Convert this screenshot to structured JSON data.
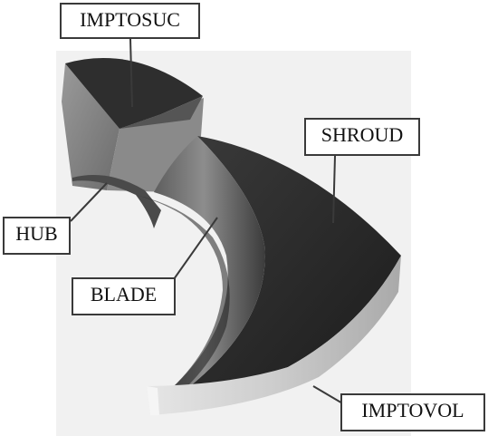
{
  "labels": {
    "imptosuc": "IMPTOSUC",
    "shroud": "SHROUD",
    "hub": "HUB",
    "blade": "BLADE",
    "imptovol": "IMPTOVOL"
  },
  "colors": {
    "background_panel": "#f1f1f1",
    "shroud_surface": "#2a2a2a",
    "blade_surface": "#7a7a7a",
    "hub_surface": "#8e8e8e",
    "outlet_band": "#cfcfcf",
    "leader_line": "#3a3a3a"
  }
}
